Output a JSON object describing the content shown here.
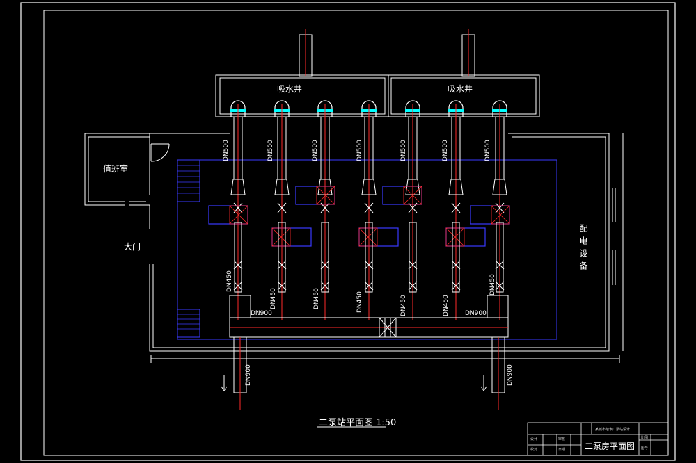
{
  "drawing": {
    "title": "二泵站平面图 1:50",
    "rooms": {
      "well_left": "吸水井",
      "well_right": "吸水井",
      "duty_room": "值班室",
      "gate": "大门",
      "electrical": "配电设备"
    },
    "pipe_labels": {
      "suction": [
        "DN500",
        "DN500",
        "DN500",
        "DN500",
        "DN500",
        "DN500",
        "DN500"
      ],
      "discharge": [
        "DN450",
        "DN450",
        "DN450",
        "DN450",
        "DN450",
        "DN450",
        "DN450"
      ],
      "header_left": "DN900",
      "header_right": "DN900",
      "outlet_left": "DN900",
      "outlet_right": "DN900"
    },
    "title_block": {
      "drawing_name": "二泵房平面图",
      "project": "某城市给水厂泵站设计",
      "row_labels": [
        "设计",
        "校对",
        "审核",
        "日期"
      ],
      "col_labels": [
        "比例",
        "图号"
      ]
    },
    "colors": {
      "frame": "#ffffff",
      "pipe_centerline": "#ff2a2a",
      "equipment": "#3a3aff",
      "valve_blue": "#00ffff",
      "background": "#000000"
    }
  }
}
